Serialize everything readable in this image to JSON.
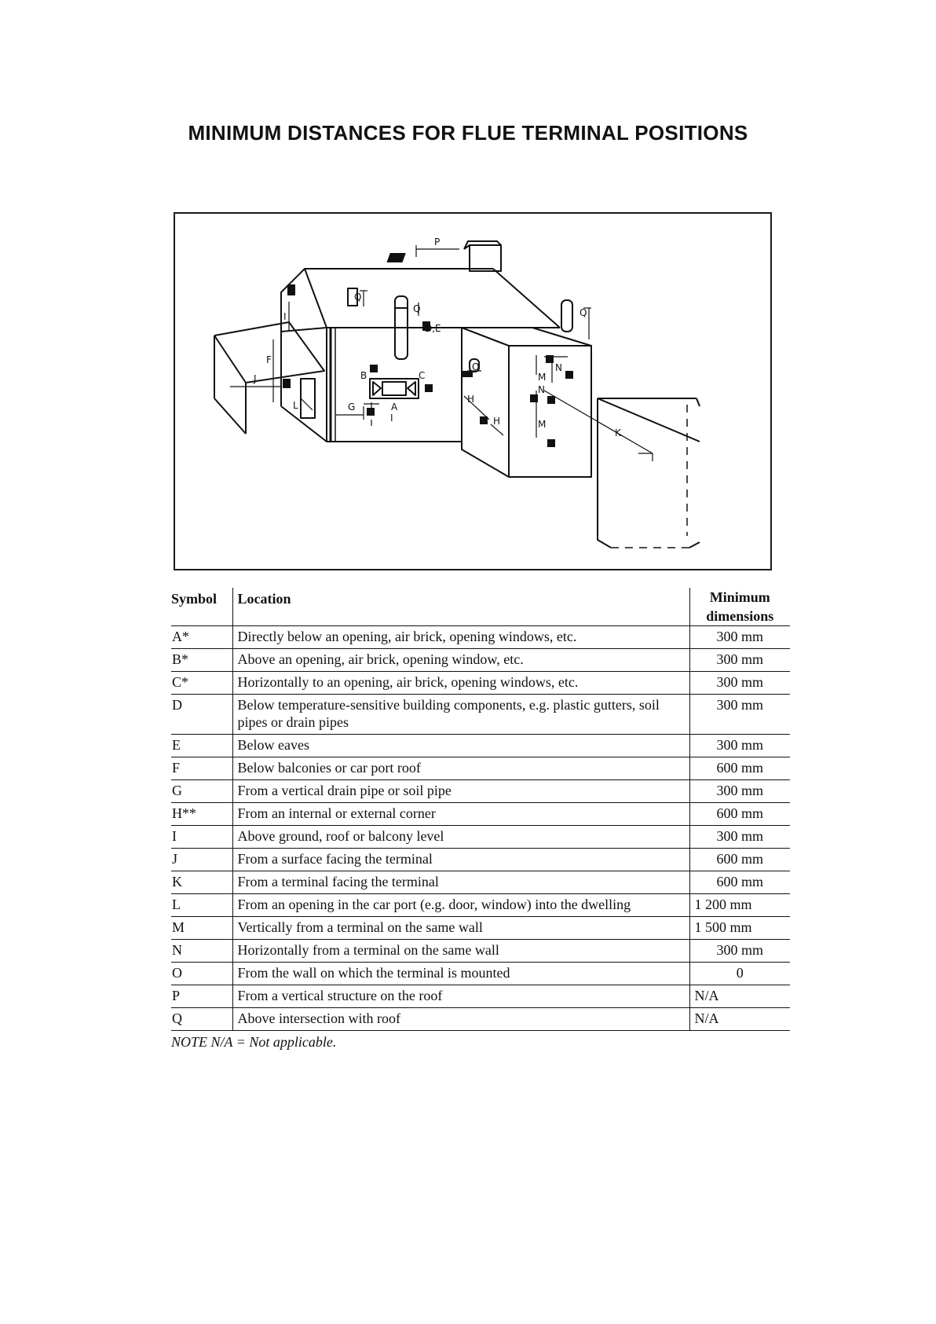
{
  "title": "MINIMUM DISTANCES FOR FLUE TERMINAL POSITIONS",
  "diagram_labels": {
    "a": "A",
    "b": "B",
    "c": "C",
    "de": "D,E",
    "f": "F",
    "g": "G",
    "h": "H",
    "i": "I",
    "j": "J",
    "k": "K",
    "l": "L",
    "m": "M",
    "n": "N",
    "o": "O",
    "p": "P",
    "q": "Q"
  },
  "table": {
    "headers": {
      "symbol": "Symbol",
      "location": "Location",
      "minimum": [
        "Minimum",
        "dimensions"
      ]
    },
    "rows": [
      {
        "symbol": "A*",
        "location": "Directly below an opening, air brick, opening windows, etc.",
        "value": "300 mm",
        "align": "center"
      },
      {
        "symbol": "B*",
        "location": "Above an opening, air brick, opening window, etc.",
        "value": "300 mm",
        "align": "center"
      },
      {
        "symbol": "C*",
        "location": "Horizontally to an opening, air brick, opening windows, etc.",
        "value": "300 mm",
        "align": "center"
      },
      {
        "symbol": "D",
        "location": "Below temperature-sensitive building components, e.g. plastic gutters, soil pipes or drain pipes",
        "value": "300 mm",
        "align": "center"
      },
      {
        "symbol": "E",
        "location": "Below eaves",
        "value": "300 mm",
        "align": "center"
      },
      {
        "symbol": "F",
        "location": "Below balconies or car port roof",
        "value": "600 mm",
        "align": "center"
      },
      {
        "symbol": "G",
        "location": "From a vertical drain pipe or soil pipe",
        "value": "300 mm",
        "align": "center"
      },
      {
        "symbol": "H**",
        "location": "From an internal or external corner",
        "value": "600 mm",
        "align": "center"
      },
      {
        "symbol": "I",
        "location": "Above ground, roof or balcony level",
        "value": "300 mm",
        "align": "center"
      },
      {
        "symbol": "J",
        "location": "From a surface facing the terminal",
        "value": "600 mm",
        "align": "center"
      },
      {
        "symbol": "K",
        "location": "From a terminal facing the terminal",
        "value": "600 mm",
        "align": "center"
      },
      {
        "symbol": "L",
        "location": "From an opening in the car port (e.g. door, window) into the dwelling",
        "value": "1 200 mm",
        "align": "left"
      },
      {
        "symbol": "M",
        "location": "Vertically from a terminal on the same wall",
        "value": "1 500 mm",
        "align": "left"
      },
      {
        "symbol": "N",
        "location": "Horizontally from a terminal on the same wall",
        "value": "300 mm",
        "align": "center"
      },
      {
        "symbol": "O",
        "location": "From the wall on which the terminal is mounted",
        "value": "0",
        "align": "center"
      },
      {
        "symbol": "P",
        "location": "From a vertical structure on the roof",
        "value": "N/A",
        "align": "left"
      },
      {
        "symbol": "Q",
        "location": "Above intersection with roof",
        "value": "N/A",
        "align": "left"
      }
    ]
  },
  "note": "NOTE   N/A = Not applicable."
}
